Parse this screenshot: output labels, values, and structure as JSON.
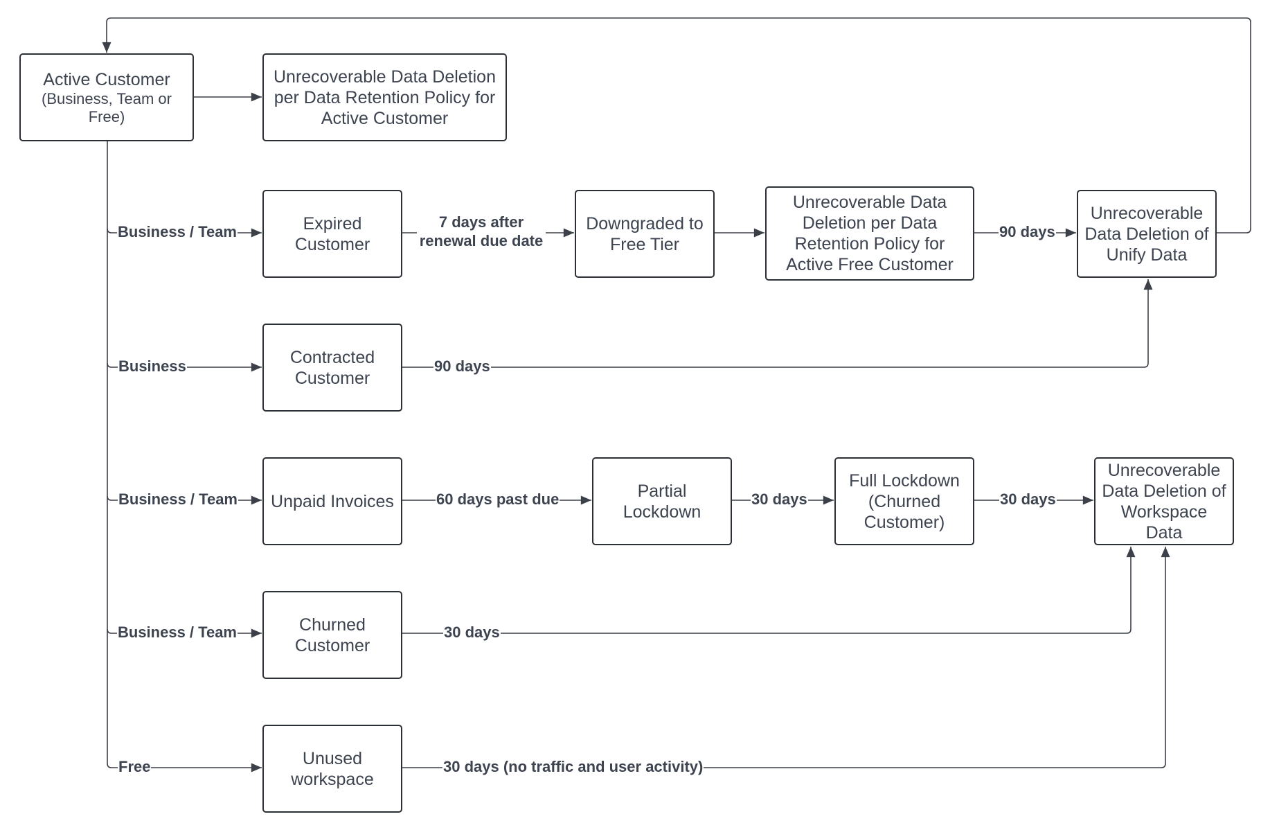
{
  "nodes": {
    "active_customer": {
      "title": "Active Customer",
      "subtitle": "(Business, Team or Free)"
    },
    "retention_active": "Unrecoverable Data Deletion per Data Retention Policy for Active Customer",
    "expired": "Expired Customer",
    "downgraded": "Downgraded to Free Tier",
    "retention_free": "Unrecoverable Data Deletion per Data Retention Policy for Active Free Customer",
    "unify_deletion": "Unrecoverable Data Deletion of Unify Data",
    "contracted": "Contracted Customer",
    "unpaid": "Unpaid Invoices",
    "partial_lockdown": "Partial Lockdown",
    "full_lockdown": "Full Lockdown (Churned Customer)",
    "workspace_deletion": "Unrecoverable Data Deletion of Workspace Data",
    "churned": "Churned Customer",
    "unused": "Unused workspace"
  },
  "edge_labels": {
    "branch_expired": "Business / Team",
    "branch_contracted": "Business",
    "branch_unpaid": "Business / Team",
    "branch_churned": "Business / Team",
    "branch_unused": "Free",
    "expired_to_downgraded_line1": "7 days after",
    "expired_to_downgraded_line2": "renewal due date",
    "retention_free_to_unify": "90 days",
    "contracted_to_unify": "90 days",
    "unpaid_to_partial": "60 days past due",
    "partial_to_full": "30 days",
    "full_to_workspace": "30 days",
    "churned_to_workspace": "30 days",
    "unused_to_workspace": "30 days (no traffic and user activity)"
  },
  "colors": {
    "stroke": "#2b2f36",
    "text": "#3d4450",
    "background": "#ffffff"
  }
}
